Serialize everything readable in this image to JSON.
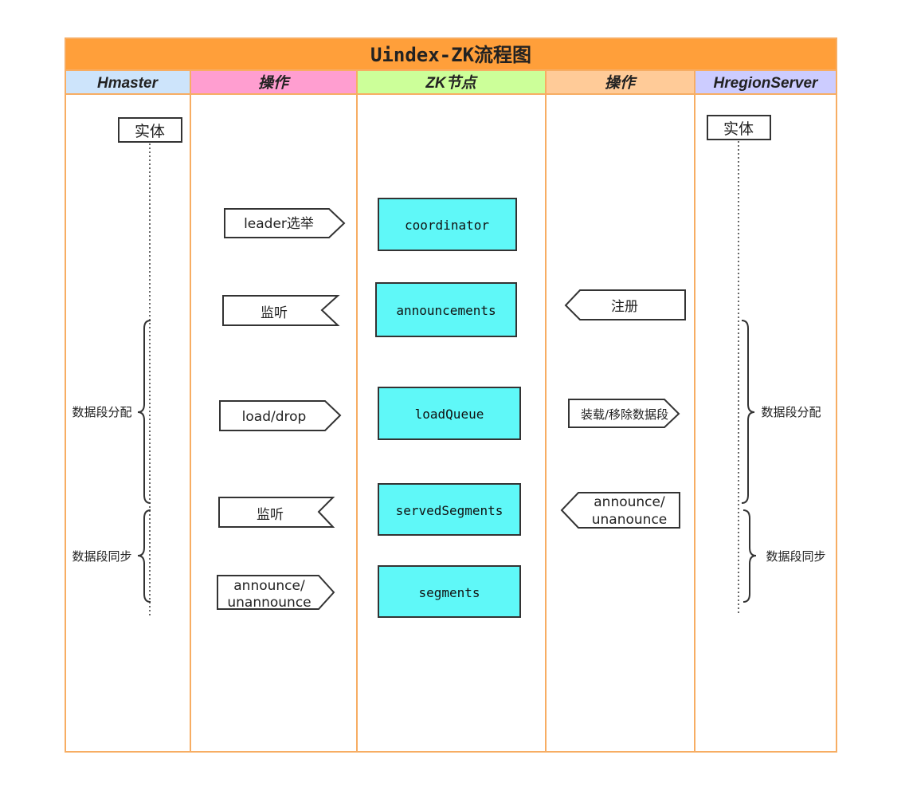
{
  "title": "Uindex-ZK流程图",
  "colors": {
    "title_bg": "#ff9f3a",
    "border": "#f7ad63",
    "node_fill": "#5ff8f8",
    "head_hmaster": "#cde4fb",
    "head_op": "#ff9ed0",
    "head_zk": "#ccff99",
    "head_op2": "#ffcb98",
    "head_region": "#ccccff"
  },
  "columns": [
    {
      "label": "Hmaster"
    },
    {
      "label": "操作"
    },
    {
      "label": "ZK节点"
    },
    {
      "label": "操作"
    },
    {
      "label": "HregionServer"
    }
  ],
  "entities": {
    "hmaster": "实体",
    "region": "实体"
  },
  "zk_nodes": [
    "coordinator",
    "announcements",
    "loadQueue",
    "servedSegments",
    "segments"
  ],
  "left_ops": [
    "leader选举",
    "监听",
    "load/drop",
    "监听",
    "announce/\nunannounce"
  ],
  "right_ops": [
    "注册",
    "装载/移除数据段",
    "announce/\nunanounce"
  ],
  "braces": {
    "left": [
      "数据段分配",
      "数据段同步"
    ],
    "right": [
      "数据段分配",
      "数据段同步"
    ]
  }
}
